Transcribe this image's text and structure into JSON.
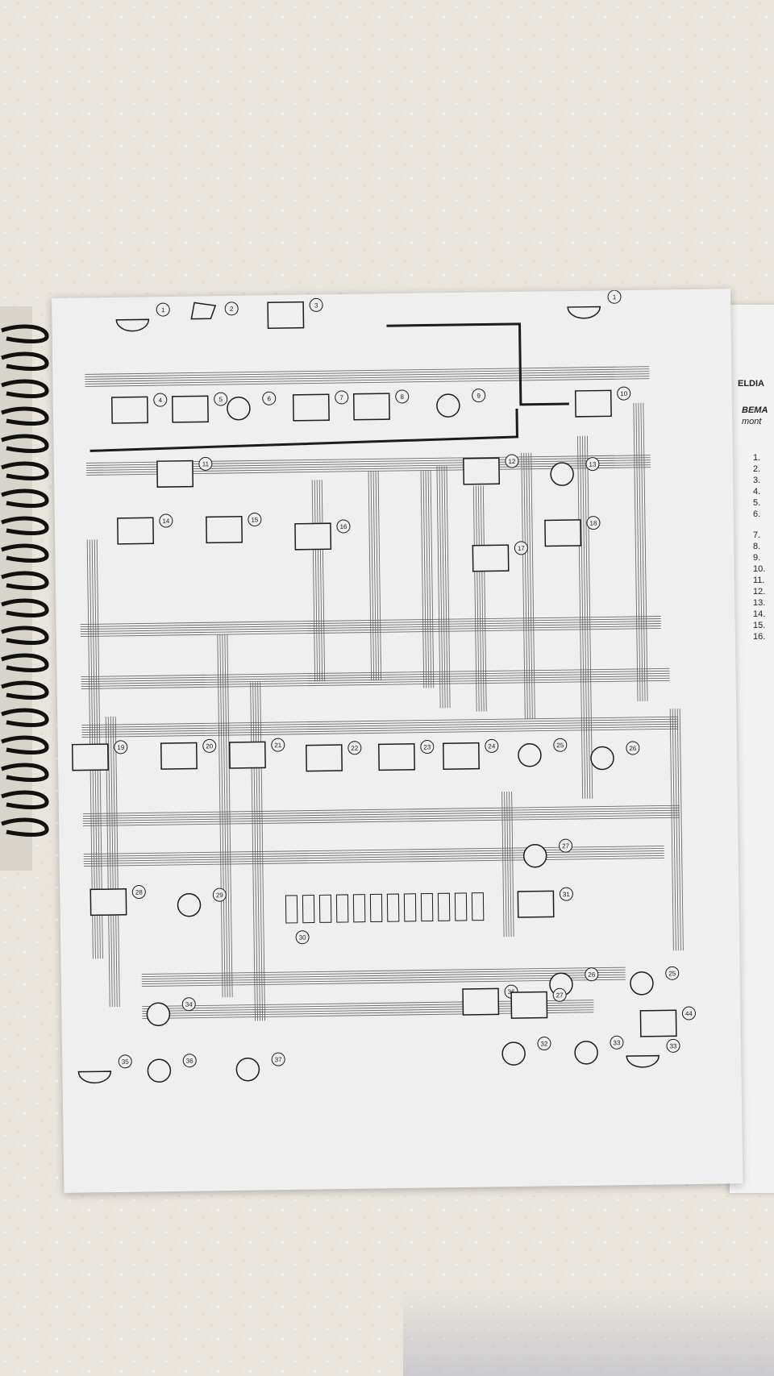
{
  "photo": {
    "background_color": "#e9e4dc",
    "page_color": "#efefef",
    "ink_color": "#1c1c1c"
  },
  "side_page": {
    "title": "ELDIA",
    "subtitle": "BEMA",
    "subtitle2": "mont",
    "numbers": [
      "1.",
      "2.",
      "3.",
      "4.",
      "5.",
      "6.",
      "7.",
      "8.",
      "9.",
      "10.",
      "11.",
      "12.",
      "13.",
      "14.",
      "15.",
      "16."
    ]
  },
  "diagram": {
    "component_numbers": [
      "1",
      "2",
      "3",
      "1",
      "4",
      "5",
      "6",
      "7",
      "8",
      "9",
      "10",
      "11",
      "12",
      "13",
      "14",
      "15",
      "16",
      "17",
      "18",
      "19",
      "20",
      "21",
      "22",
      "23",
      "24",
      "25",
      "26",
      "27",
      "28",
      "29",
      "30",
      "31",
      "26",
      "25",
      "36",
      "27",
      "32",
      "33",
      "34",
      "35",
      "36",
      "37",
      "33",
      "44"
    ]
  }
}
